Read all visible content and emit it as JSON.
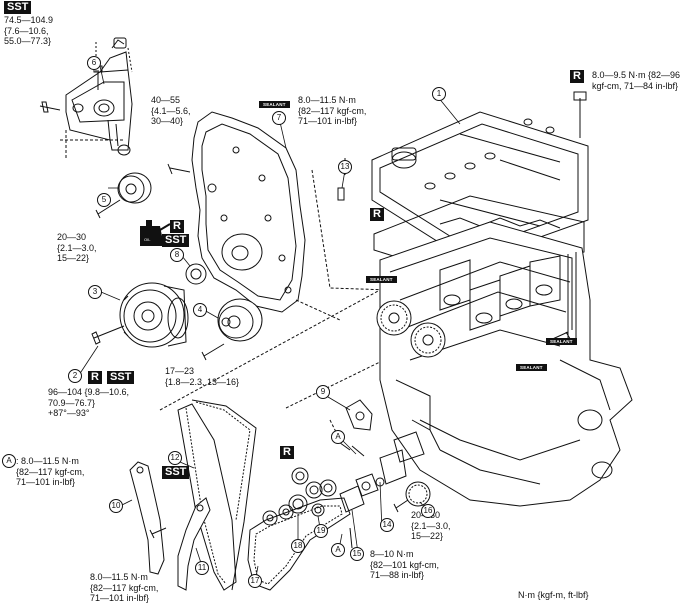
{
  "sst_label": "SST",
  "r_label": "R",
  "sealant_label": "SEALANT",
  "oil_label": "OIL",
  "torques": {
    "t1": [
      "74.5—104.9",
      "{7.6—10.6,",
      "55.0—77.3}"
    ],
    "t2": [
      "40—55",
      "{4.1—5.6,",
      "30—40}"
    ],
    "t3": [
      "8.0—11.5 N·m",
      "{82—117 kgf-cm,",
      "71—101 in-lbf}"
    ],
    "t4": [
      "8.0—9.5 N·m {82—96",
      "kgf-cm, 71—84 in-lbf}"
    ],
    "t5": [
      "20—30",
      "{2.1—3.0,",
      "15—22}"
    ],
    "t6": [
      "17—23",
      "{1.8—2.3, 13—16}"
    ],
    "t7": [
      "96—104 {9.8—10.6,",
      "70.9—76.7}",
      "+87°—93°"
    ],
    "t8": [
      ": 8.0—11.5 N·m",
      "{82—117 kgf-cm,",
      "71—101 in-lbf}"
    ],
    "t9": [
      "8.0—11.5 N·m",
      "{82—117 kgf-cm,",
      "71—101 in-lbf}"
    ],
    "t10": [
      "20—30",
      "{2.1—3.0,",
      "15—22}"
    ],
    "t11": [
      "8—10 N·m",
      "{82—101 kgf-cm,",
      "71—88 in-lbf}"
    ]
  },
  "callouts": [
    "1",
    "2",
    "3",
    "4",
    "5",
    "6",
    "7",
    "8",
    "9",
    "10",
    "11",
    "12",
    "13",
    "14",
    "15",
    "16",
    "17",
    "18",
    "19"
  ],
  "callout_a": "A",
  "units_note": "N·m {kgf-m, ft-lbf}"
}
